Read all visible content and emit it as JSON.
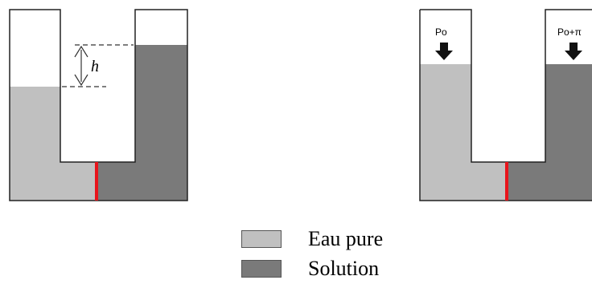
{
  "diagram": {
    "left": {
      "height_label": "h"
    },
    "right": {
      "left_pressure_label": "Po",
      "right_pressure_label": "Po+π"
    }
  },
  "legend": {
    "items": [
      {
        "label": "Eau pure",
        "color": "#c0c0c0"
      },
      {
        "label": "Solution",
        "color": "#7a7a7a"
      }
    ]
  },
  "colors": {
    "pure_water": "#c0c0c0",
    "solution": "#7a7a7a",
    "membrane": "#e8141b",
    "outline": "#222222"
  }
}
